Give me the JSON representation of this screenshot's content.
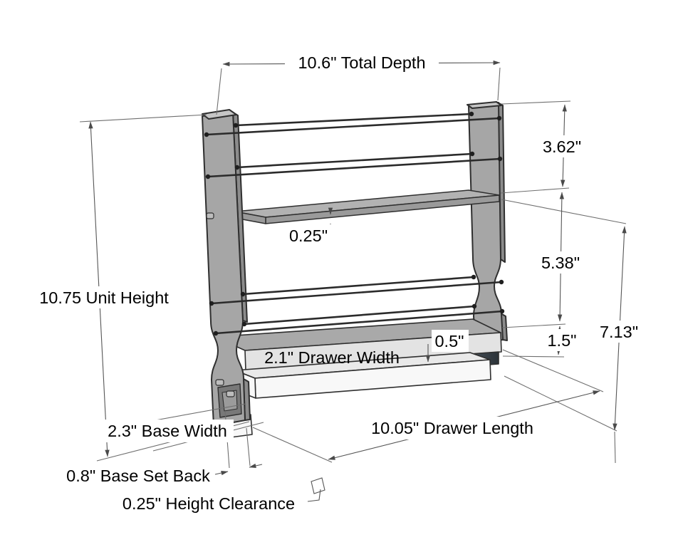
{
  "labels": {
    "total_depth": "10.6\" Total Depth",
    "unit_height": "10.75 Unit Height",
    "section_top": "3.62\"",
    "shelf_thickness": "0.25\"",
    "section_mid": "5.38\"",
    "rail_gap": "1.5\"",
    "side_height": "7.13\"",
    "drawer_front_height": "0.5\"",
    "drawer_width": "2.1\" Drawer Width",
    "base_width": "2.3\" Base Width",
    "drawer_length": "10.05\" Drawer Length",
    "base_set_back": "0.8\" Base Set Back",
    "height_clearance": "0.25\" Height Clearance"
  },
  "colors": {
    "background": "#ffffff",
    "panel": "#a6a6a6",
    "panel_top": "#c6c6c6",
    "panel_edge": "#8c8c8c",
    "shelf_top": "#b2b2b2",
    "shelf_front": "#9a9a9a",
    "drawer_top": "#a9a9a9",
    "drawer_front": "#e3e3e3",
    "runner_dark": "#23272b",
    "runner_light": "#66727c",
    "base": "#f8f8f8",
    "base_top": "#e9e9e9",
    "bracket": "#787878",
    "bracket_inner": "#9b9b9b",
    "outline": "#2f2f2f",
    "dimension": "#4f4f4f",
    "text": "#000000"
  }
}
